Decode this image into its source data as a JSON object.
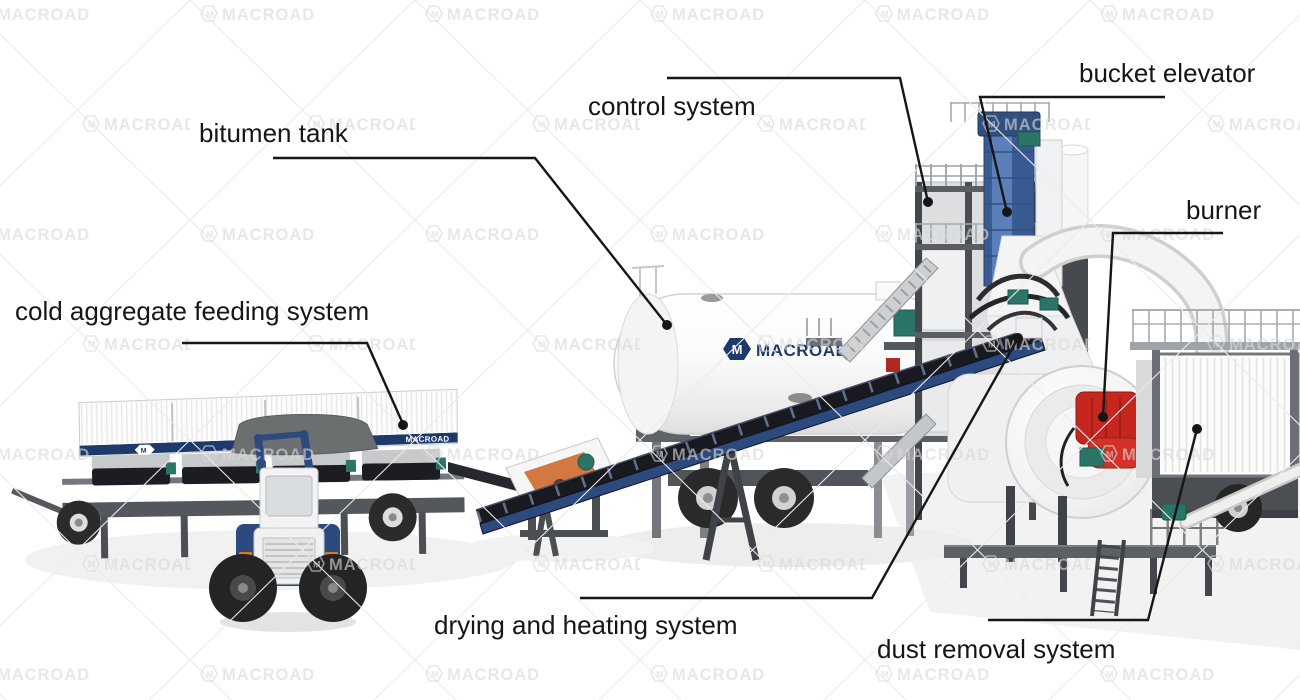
{
  "page": {
    "background": "#ffffff",
    "type": "asphalt mixing plant component diagram"
  },
  "brand": {
    "name": "MACROAD",
    "logo_letter": "M"
  },
  "watermark": {
    "text": "MACROAD"
  },
  "labels": {
    "cold_aggregate_feeding_system": "cold aggregate feeding system",
    "bitumen_tank": "bitumen tank",
    "control_system": "control system",
    "bucket_elevator": "bucket elevator",
    "burner": "burner",
    "drying_and_heating_system": "drying and heating system",
    "dust_removal_system": "dust removal system"
  },
  "colors": {
    "label_text": "#161616",
    "leader_line": "#161616",
    "brand_navy": "#1e3a6b",
    "conveyor_navy": "#2c4a7e",
    "burner_red": "#c5271e",
    "motor_teal": "#2b7568",
    "machine_gray": "#54575b",
    "panel_white": "#f6f6f6"
  }
}
